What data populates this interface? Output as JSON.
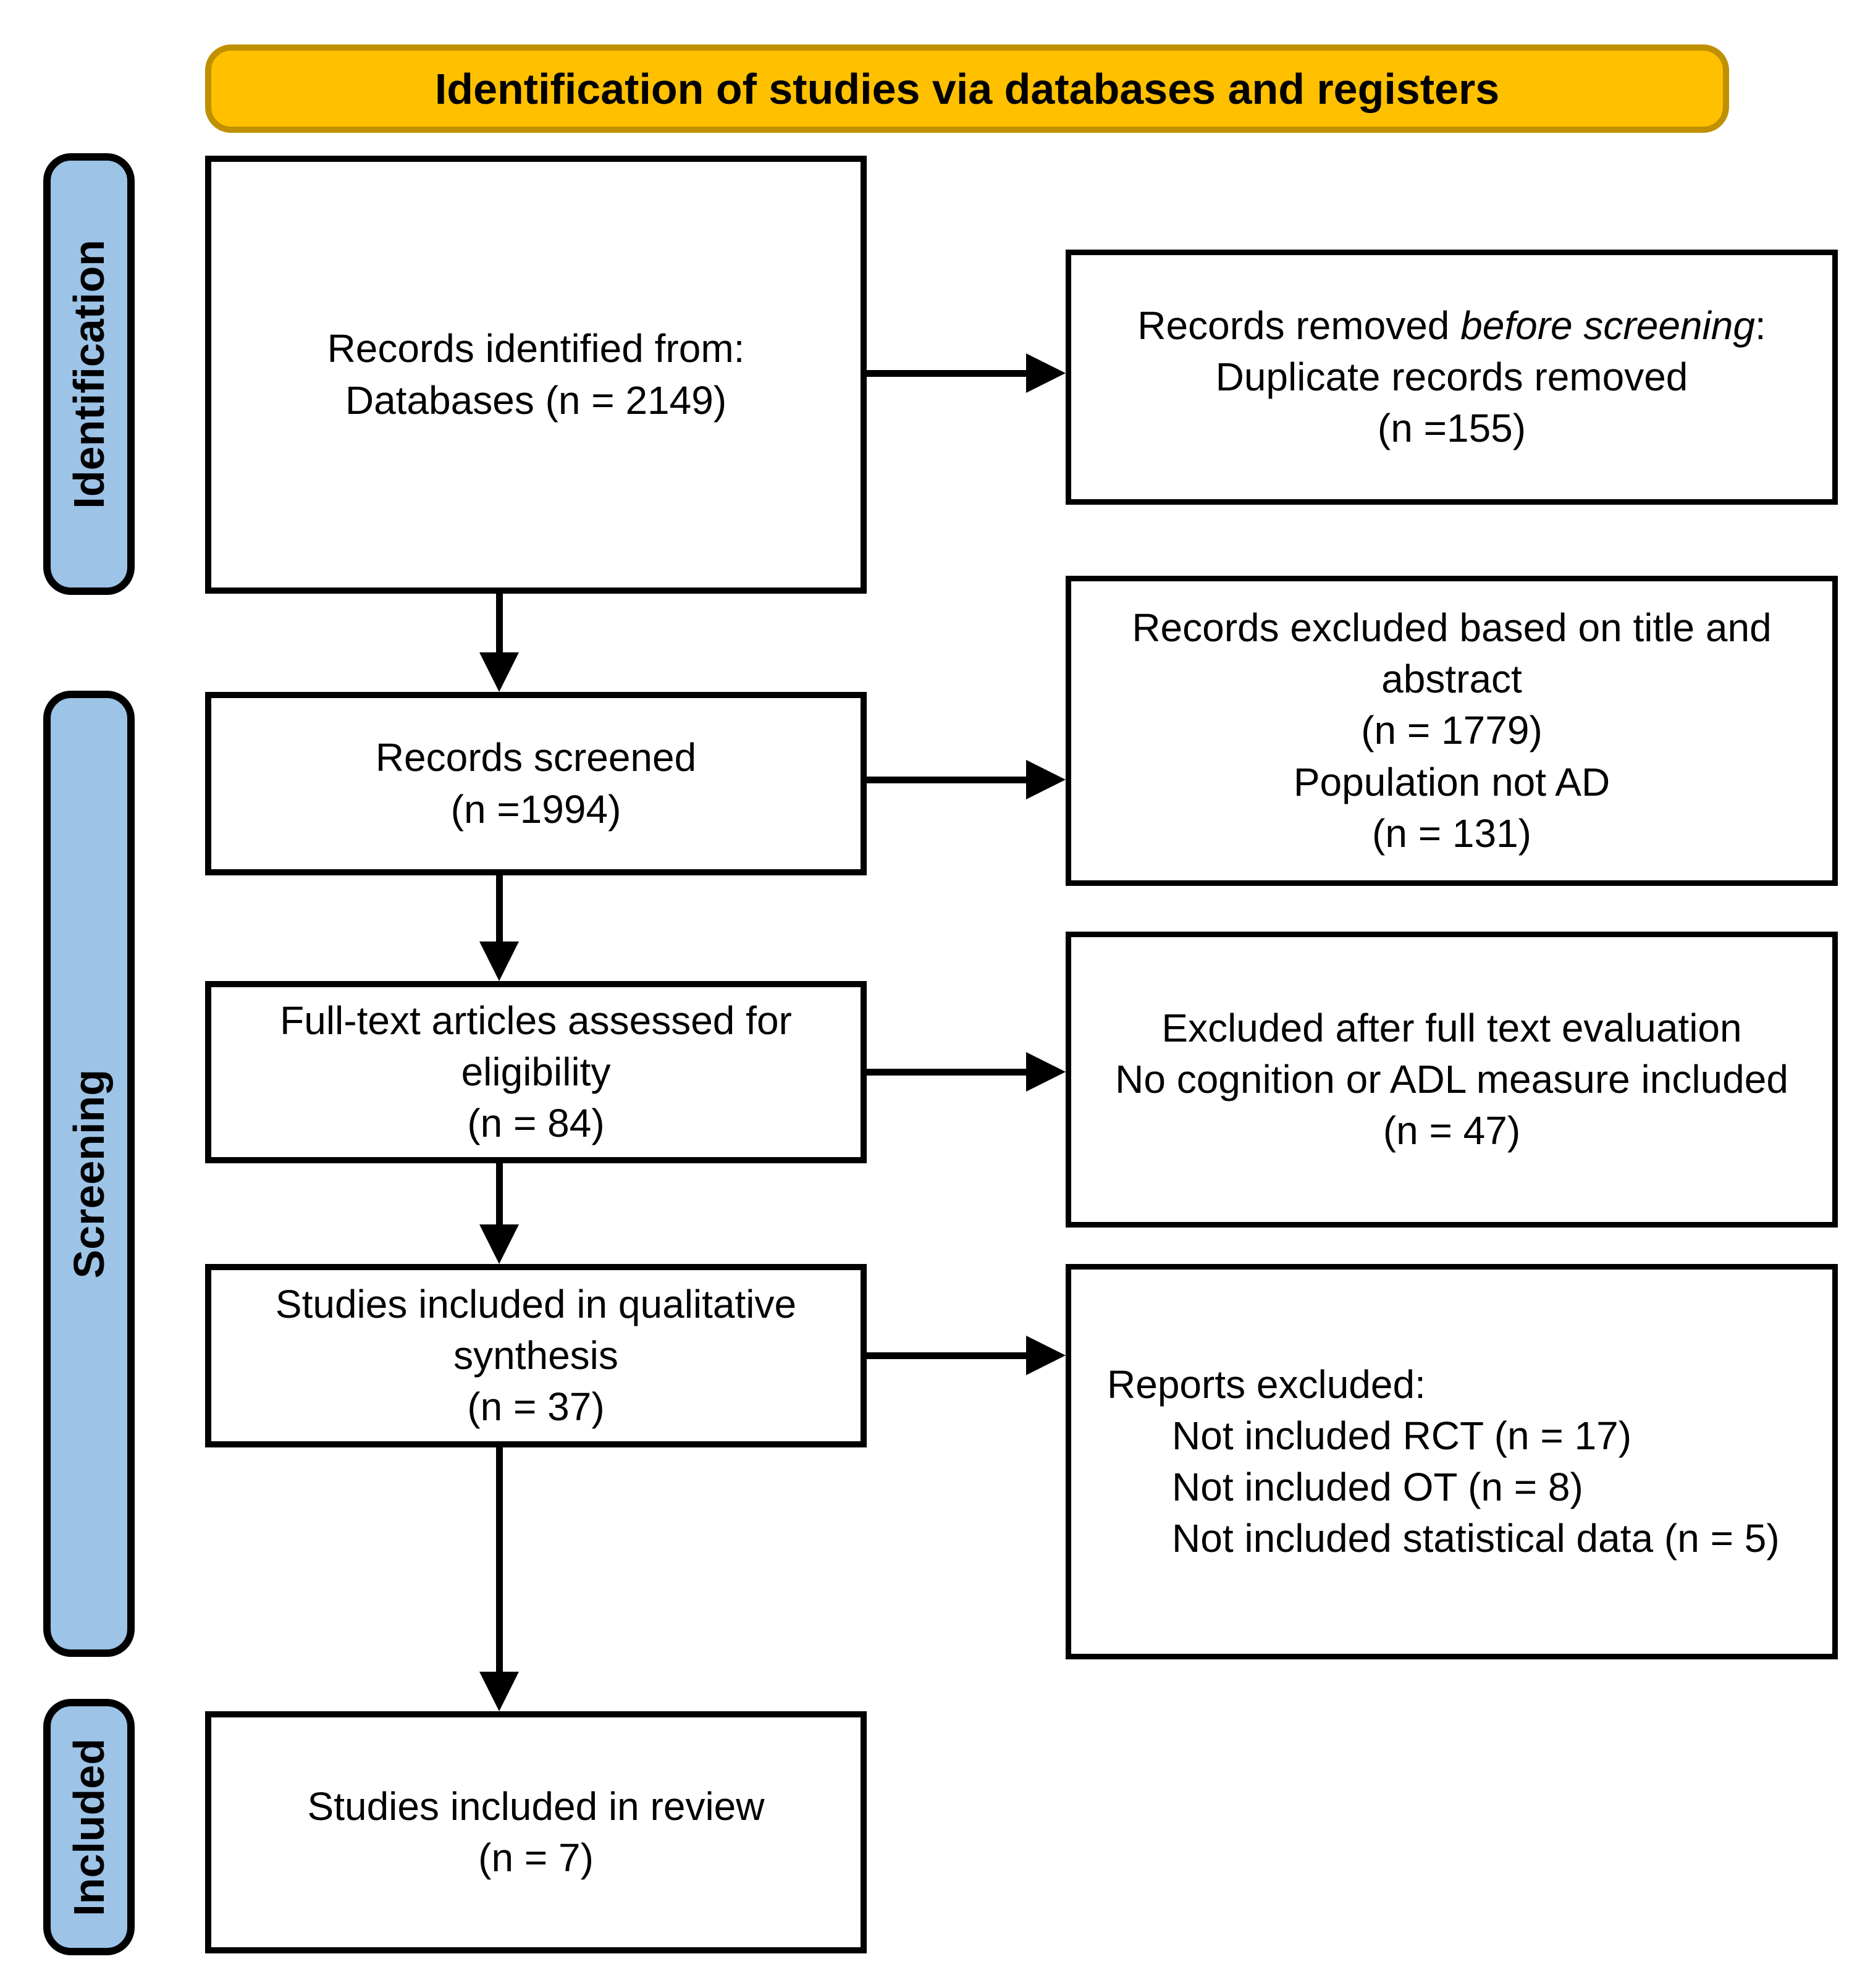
{
  "banner": {
    "label": "Identification of studies via databases and registers",
    "fill": "#FFC000",
    "border": "#BF9000"
  },
  "sidebar": {
    "fill": "#9DC3E6",
    "items": [
      {
        "label": "Identification"
      },
      {
        "label": "Screening"
      },
      {
        "label": "Included"
      }
    ]
  },
  "boxes": {
    "identified": {
      "lines": [
        "Records identified from:",
        "Databases (n = 2149)"
      ]
    },
    "screened": {
      "lines": [
        "Records screened",
        "(n =1994)"
      ]
    },
    "fulltext": {
      "lines": [
        "Full-text articles assessed for",
        "eligibility",
        "(n = 84)"
      ]
    },
    "qualitative": {
      "lines": [
        "Studies included in qualitative",
        "synthesis",
        "(n = 37)"
      ]
    },
    "review": {
      "lines": [
        "Studies included in review",
        "(n = 7)"
      ]
    },
    "removed": {
      "line1_pre": "Records removed ",
      "line1_italic": "before screening",
      "line1_post": ":",
      "lines": [
        "Duplicate records removed",
        "(n =155)"
      ]
    },
    "excluded_title": {
      "lines": [
        "Records excluded based on title and",
        "abstract",
        "(n = 1779)",
        "Population not AD",
        "(n = 131)"
      ]
    },
    "excluded_fulltext": {
      "lines": [
        "Excluded after full text evaluation",
        "No cognition or ADL measure included",
        "(n = 47)"
      ]
    },
    "reports_excluded": {
      "heading": "Reports excluded:",
      "items": [
        "Not included RCT (n = 17)",
        "Not included OT (n = 8)",
        "Not included statistical data (n = 5)"
      ]
    }
  }
}
